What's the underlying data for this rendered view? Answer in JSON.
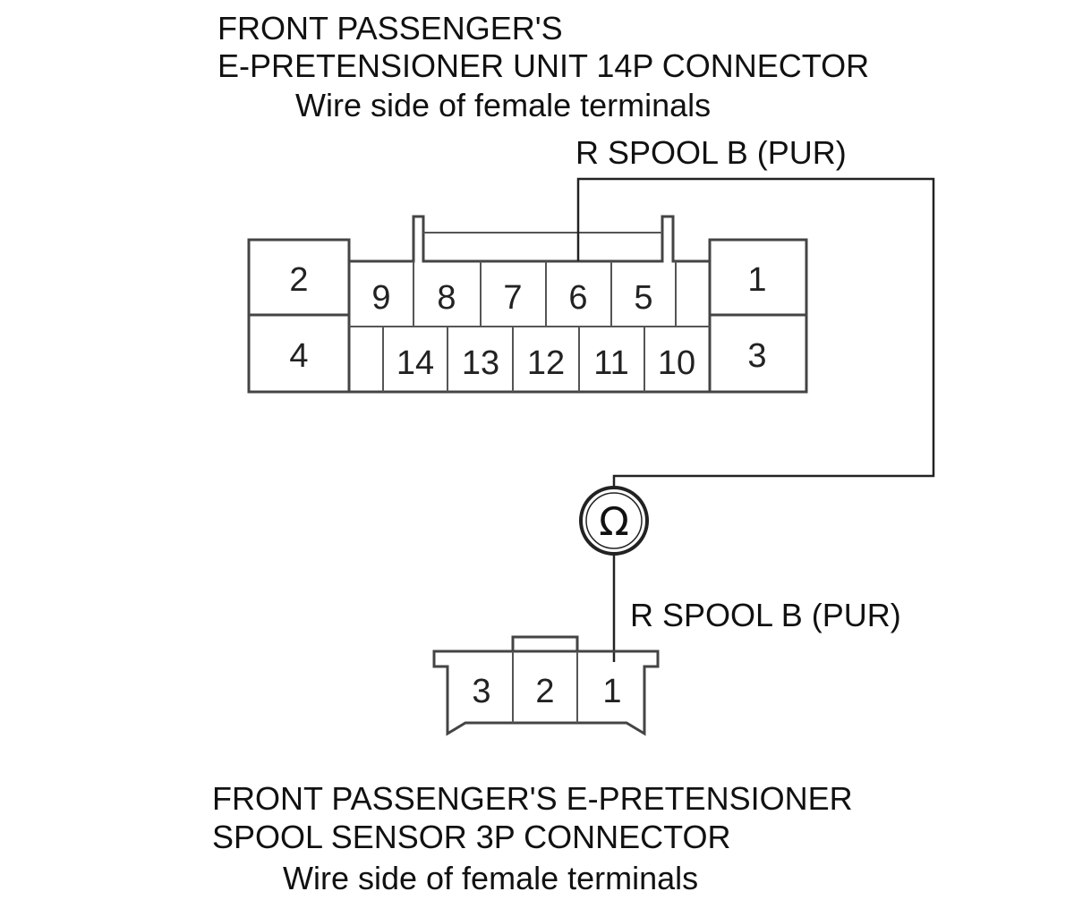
{
  "top_connector": {
    "title_line1": "FRONT PASSENGER'S",
    "title_line2": "E-PRETENSIONER UNIT 14P CONNECTOR",
    "subtitle": "Wire side of female terminals",
    "pins": {
      "p1": "1",
      "p2": "2",
      "p3": "3",
      "p4": "4",
      "p5": "5",
      "p6": "6",
      "p7": "7",
      "p8": "8",
      "p9": "9",
      "p10": "10",
      "p11": "11",
      "p12": "12",
      "p13": "13",
      "p14": "14"
    }
  },
  "wire_top_label": "R SPOOL B (PUR)",
  "meter_symbol": "Ω",
  "wire_bottom_label": "R SPOOL B (PUR)",
  "bottom_connector": {
    "title_line1": "FRONT PASSENGER'S E-PRETENSIONER",
    "title_line2": "SPOOL SENSOR 3P CONNECTOR",
    "subtitle": "Wire side of female terminals",
    "pins": {
      "p1": "1",
      "p2": "2",
      "p3": "3"
    }
  },
  "colors": {
    "line": "#444444",
    "text": "#111111",
    "background": "#ffffff"
  }
}
